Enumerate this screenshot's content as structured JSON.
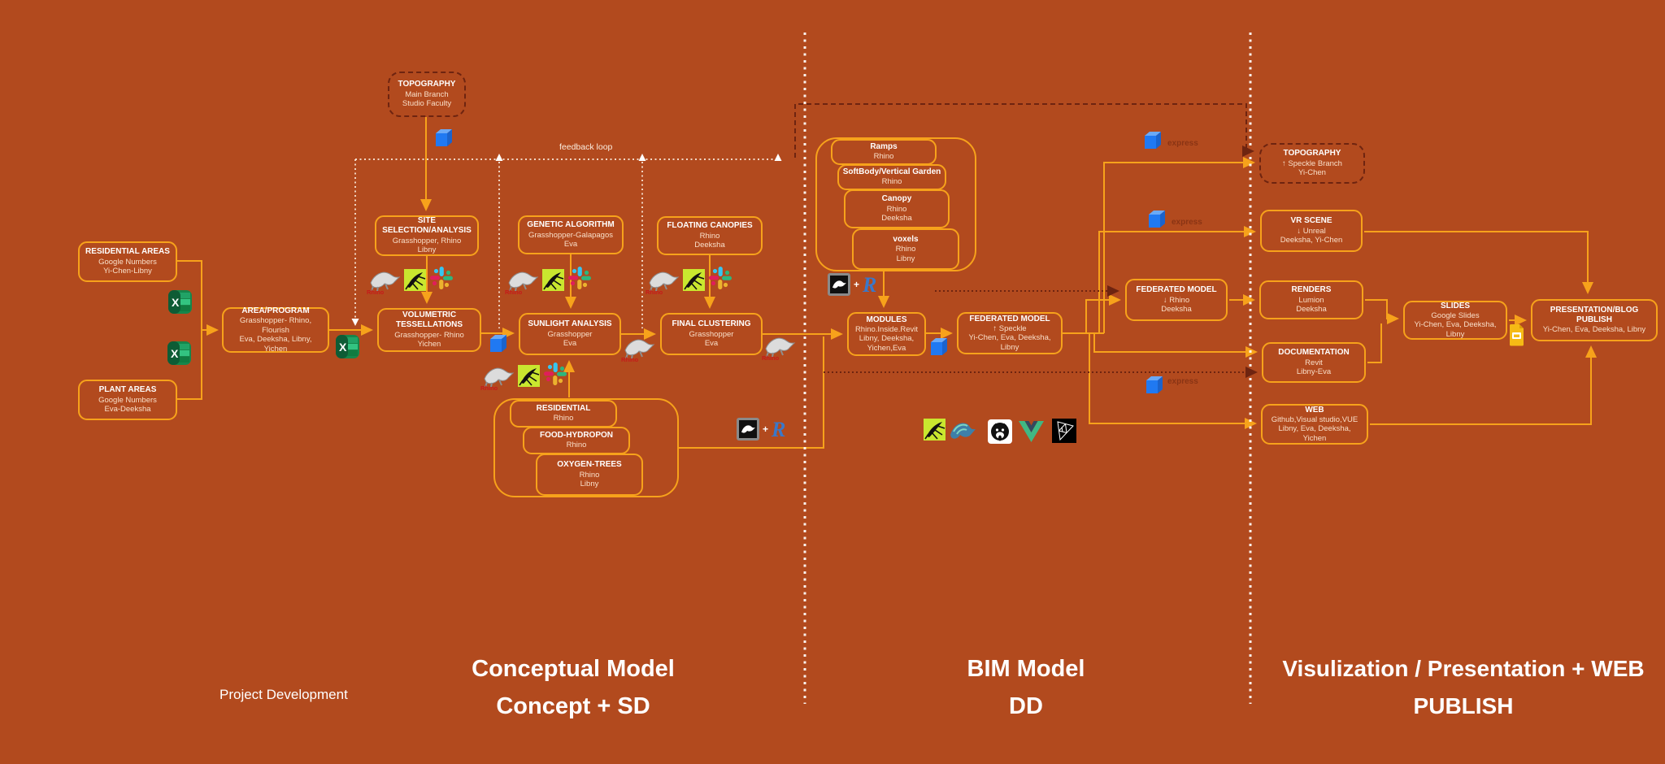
{
  "board": {
    "project_label": "Project Development",
    "phases": [
      {
        "id": "phase-conceptual",
        "lines": [
          "Conceptual Model",
          "Concept + SD"
        ]
      },
      {
        "id": "phase-bim",
        "lines": [
          "BIM Model",
          "DD"
        ]
      },
      {
        "id": "phase-viz",
        "lines": [
          "Visulization / Presentation + WEB",
          "PUBLISH"
        ]
      }
    ],
    "annotations": {
      "feedback_loop": "feedback loop",
      "express": "express"
    }
  },
  "colors": {
    "background": "#B24A1E",
    "connector_orange": "#F7A21B",
    "dashed_box_border": "#6E2410",
    "dark_line": "#6E2410",
    "divider_white": "#FFFFFF",
    "title_text": "#FFFFFF",
    "body_text": "#F9DFC9",
    "express_text": "#8A3414"
  },
  "nodes": [
    {
      "id": "residential-areas",
      "title": "RESIDENTIAL AREAS",
      "lines": [
        "Google Numbers",
        "Yi-Chen-Libny"
      ],
      "style": ""
    },
    {
      "id": "plant-areas",
      "title": "PLANT AREAS",
      "lines": [
        "Google Numbers",
        "Eva-Deeksha"
      ],
      "style": ""
    },
    {
      "id": "area-program",
      "title": "AREA/PROGRAM",
      "lines": [
        "Grasshopper- Rhino, Flourish",
        "Eva, Deeksha, Libny, Yichen"
      ],
      "style": ""
    },
    {
      "id": "topography-main",
      "title": "TOPOGRAPHY",
      "lines": [
        "Main Branch",
        "Studio Faculty"
      ],
      "style": "dashed"
    },
    {
      "id": "site-selection-analysis",
      "title": "SITE SELECTION/ANALYSIS",
      "lines": [
        "Grasshopper, Rhino",
        "Libny"
      ],
      "style": ""
    },
    {
      "id": "volumetric-tessellations",
      "title": "VOLUMETRIC TESSELLATIONS",
      "lines": [
        "Grasshopper- Rhino",
        "Yichen"
      ],
      "style": ""
    },
    {
      "id": "genetic-algorithm",
      "title": "GENETIC ALGORITHM",
      "lines": [
        "Grasshopper-Galapagos",
        "Eva"
      ],
      "style": ""
    },
    {
      "id": "sunlight-analysis",
      "title": "SUNLIGHT ANALYSIS",
      "lines": [
        "Grasshopper",
        "Eva"
      ],
      "style": ""
    },
    {
      "id": "floating-canopies",
      "title": "FLOATING CANOPIES",
      "lines": [
        "Rhino",
        "Deeksha"
      ],
      "style": ""
    },
    {
      "id": "final-clustering",
      "title": "FINAL CLUSTERING",
      "lines": [
        "Grasshopper",
        "Eva"
      ],
      "style": ""
    },
    {
      "id": "residential-cluster",
      "title": "",
      "lines": [],
      "style": "container"
    },
    {
      "id": "residential",
      "title": "RESIDENTIAL",
      "lines": [
        "Rhino"
      ],
      "style": ""
    },
    {
      "id": "food-hydropon",
      "title": "FOOD-HYDROPON",
      "lines": [
        "Rhino"
      ],
      "style": ""
    },
    {
      "id": "oxygen-trees",
      "title": "OXYGEN-TREES",
      "lines": [
        "Rhino",
        "Libny"
      ],
      "style": ""
    },
    {
      "id": "ramps-cluster",
      "title": "",
      "lines": [],
      "style": "container"
    },
    {
      "id": "ramps",
      "title": "Ramps",
      "lines": [
        "Rhino"
      ],
      "style": ""
    },
    {
      "id": "softbody-vertical-garden",
      "title": "SoftBody/Vertical Garden",
      "lines": [
        "Rhino"
      ],
      "style": ""
    },
    {
      "id": "canopy",
      "title": "Canopy",
      "lines": [
        "Rhino",
        "Deeksha"
      ],
      "style": ""
    },
    {
      "id": "voxels",
      "title": "voxels",
      "lines": [
        "Rhino",
        "Libny"
      ],
      "style": ""
    },
    {
      "id": "modules",
      "title": "MODULES",
      "lines": [
        "Rhino.Inside.Revit",
        "Libny, Deeksha,",
        "Yichen,Eva"
      ],
      "style": ""
    },
    {
      "id": "federated-model-center",
      "title": "FEDERATED MODEL",
      "lines": [
        "↑  Speckle",
        "Yi-Chen, Eva, Deeksha, Libny"
      ],
      "style": ""
    },
    {
      "id": "federated-model-right",
      "title": "FEDERATED MODEL",
      "lines": [
        "↓  Rhino",
        "Deeksha"
      ],
      "style": ""
    },
    {
      "id": "topography-speckle",
      "title": "TOPOGRAPHY",
      "lines": [
        "↑ Speckle Branch",
        "Yi-Chen"
      ],
      "style": "dashed"
    },
    {
      "id": "vr-scene",
      "title": "VR SCENE",
      "lines": [
        "↓  Unreal",
        "Deeksha, Yi-Chen"
      ],
      "style": ""
    },
    {
      "id": "renders",
      "title": "RENDERS",
      "lines": [
        "Lumion",
        "Deeksha"
      ],
      "style": ""
    },
    {
      "id": "documentation",
      "title": "DOCUMENTATION",
      "lines": [
        "Revit",
        "Libny-Eva"
      ],
      "style": ""
    },
    {
      "id": "web",
      "title": "WEB",
      "lines": [
        "Github,Visual studio,VUE",
        "Libny, Eva, Deeksha, Yichen"
      ],
      "style": ""
    },
    {
      "id": "slides",
      "title": "SLIDES",
      "lines": [
        "Google Slides",
        "Yi-Chen, Eva, Deeksha, Libny"
      ],
      "style": ""
    },
    {
      "id": "presentation-blog-publish",
      "title": "PRESENTATION/BLOG PUBLISH",
      "lines": [
        "Yi-Chen, Eva, Deeksha, Libny"
      ],
      "style": ""
    }
  ],
  "icon_instances": [
    {
      "id": "ic-excel-1",
      "name": "excel-icon"
    },
    {
      "id": "ic-excel-2",
      "name": "excel-icon"
    },
    {
      "id": "ic-excel-3",
      "name": "excel-icon"
    },
    {
      "id": "ic-speckle-topo",
      "name": "speckle-cube-icon"
    },
    {
      "id": "ic-rhino-a",
      "name": "rhino-icon"
    },
    {
      "id": "ic-gh-a",
      "name": "grasshopper-icon"
    },
    {
      "id": "ic-slack-a",
      "name": "slack-icon"
    },
    {
      "id": "ic-rhino-b",
      "name": "rhino-icon"
    },
    {
      "id": "ic-gh-b",
      "name": "grasshopper-icon"
    },
    {
      "id": "ic-slack-b",
      "name": "slack-icon"
    },
    {
      "id": "ic-rhino-c",
      "name": "rhino-icon"
    },
    {
      "id": "ic-gh-c",
      "name": "grasshopper-icon"
    },
    {
      "id": "ic-slack-c",
      "name": "slack-icon"
    },
    {
      "id": "ic-rhino-d",
      "name": "rhino-icon"
    },
    {
      "id": "ic-gh-d",
      "name": "grasshopper-icon"
    },
    {
      "id": "ic-slack-d",
      "name": "slack-icon"
    },
    {
      "id": "ic-speckle-vol",
      "name": "speckle-cube-icon"
    },
    {
      "id": "ic-rhino-lone-1",
      "name": "rhino-icon"
    },
    {
      "id": "ic-rhino-lone-2",
      "name": "rhino-icon"
    },
    {
      "id": "ic-pair-1",
      "name": "rhino-inside-revit-icon"
    },
    {
      "id": "ic-pair-2",
      "name": "rhino-inside-revit-icon"
    },
    {
      "id": "ic-speckle-mod",
      "name": "speckle-cube-icon"
    },
    {
      "id": "ic-speckle-ex1",
      "name": "speckle-cube-icon"
    },
    {
      "id": "ic-speckle-ex2",
      "name": "speckle-cube-icon"
    },
    {
      "id": "ic-speckle-ex3",
      "name": "speckle-cube-icon"
    },
    {
      "id": "ic-gh-bim",
      "name": "grasshopper-icon"
    },
    {
      "id": "ic-bluerhino",
      "name": "rhino-compute-icon"
    },
    {
      "id": "ic-github",
      "name": "github-icon"
    },
    {
      "id": "ic-vue",
      "name": "vue-icon"
    },
    {
      "id": "ic-threejs",
      "name": "threejs-icon"
    },
    {
      "id": "ic-slides",
      "name": "google-slides-icon"
    }
  ]
}
